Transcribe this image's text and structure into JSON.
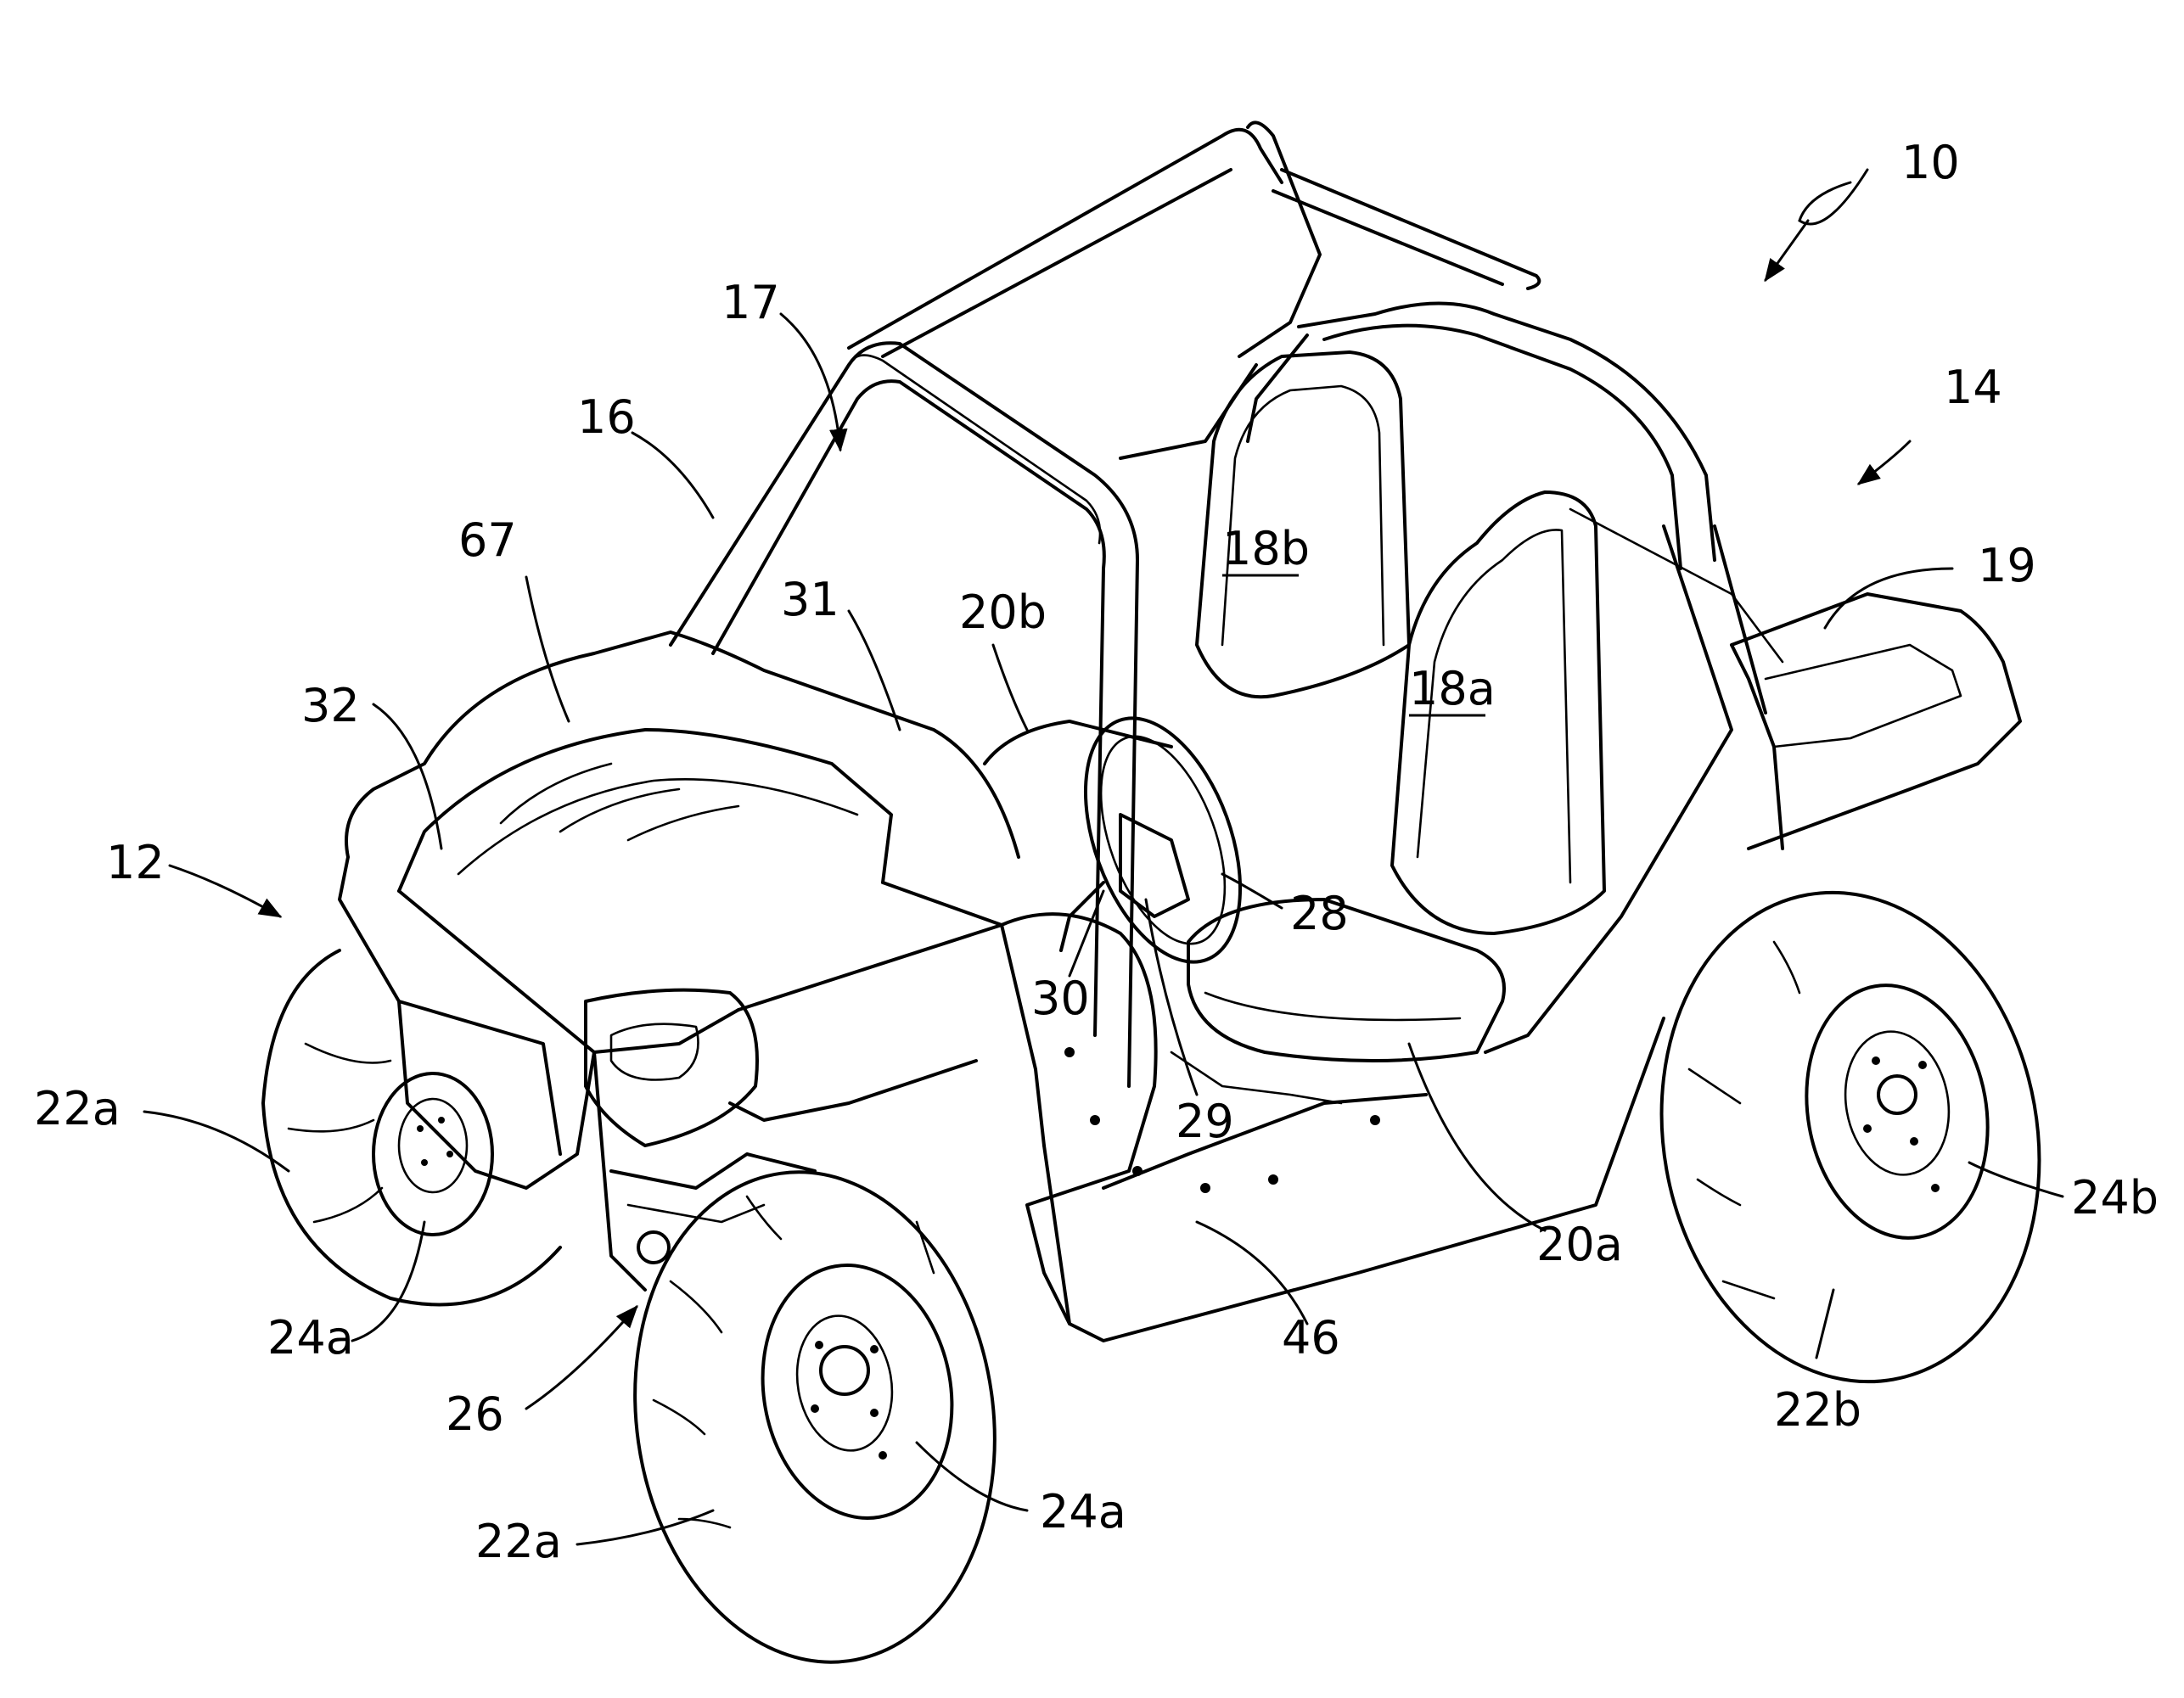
{
  "figure": {
    "reference_numerals": {
      "vehicle": "10",
      "front_end": "12",
      "rear_end": "14",
      "roll_cage": "16",
      "windshield_area": "17",
      "seat_back_passenger": "18b",
      "seat_back_driver": "18a",
      "cargo_bed": "19",
      "seat_bottom_passenger": "20b",
      "seat_bottom_driver": "20a",
      "front_wheel_left": "22a",
      "front_wheel_right": "22a",
      "rear_wheel": "22b",
      "front_hub_left": "24a",
      "front_hub_right": "24a",
      "rear_hub": "24b",
      "front_suspension": "26",
      "steering_wheel": "28",
      "floor_pedal": "29",
      "steering_column": "30",
      "dashboard": "31",
      "hood": "32",
      "floorboard": "46",
      "front_body_panel": "67"
    }
  }
}
